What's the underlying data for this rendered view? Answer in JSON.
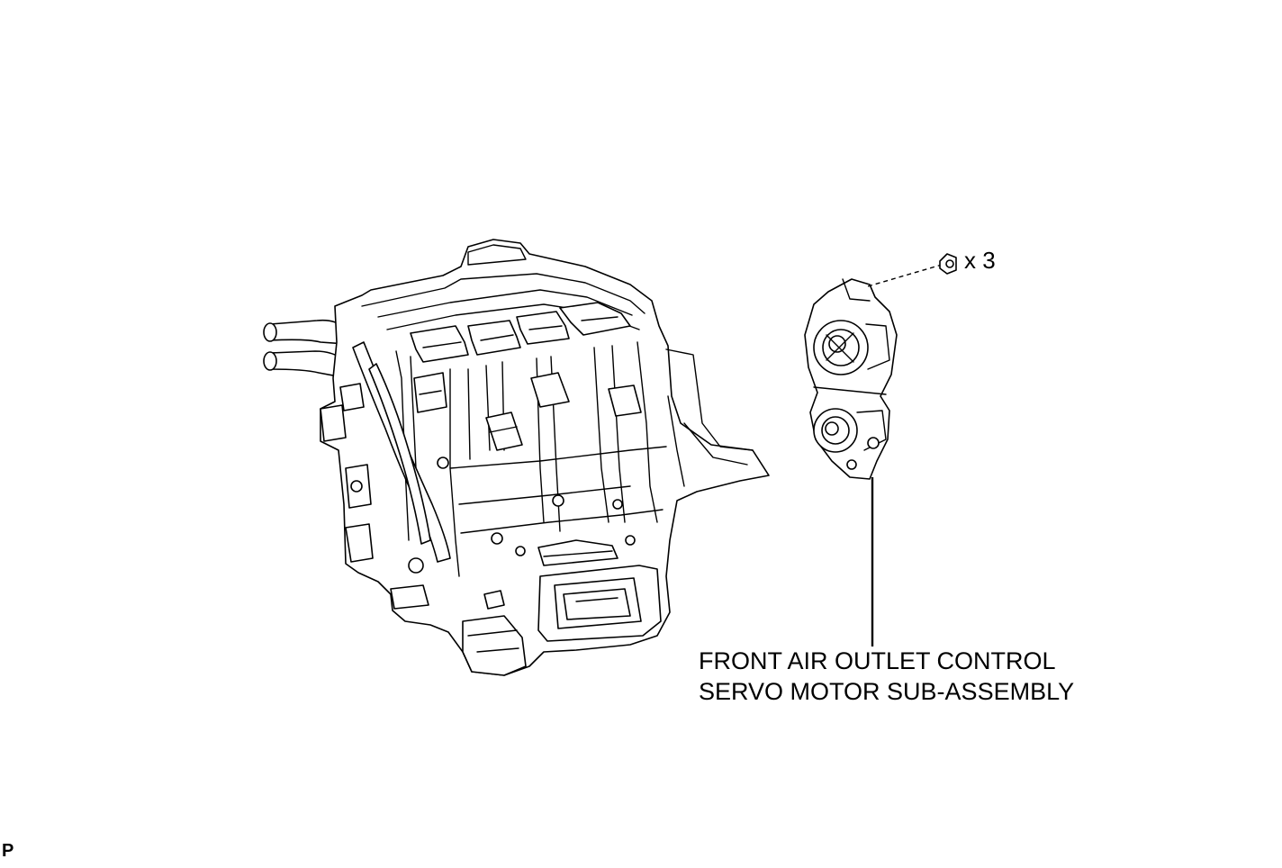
{
  "callout": {
    "part_name_line1": "FRONT AIR OUTLET CONTROL",
    "part_name_line2": "SERVO MOTOR SUB-ASSEMBLY",
    "screw_quantity": "x 3"
  },
  "corner_code": "P",
  "components": {
    "assembly": "air-conditioning-unit-assembly",
    "part": "servo-motor",
    "fastener": "screw"
  }
}
